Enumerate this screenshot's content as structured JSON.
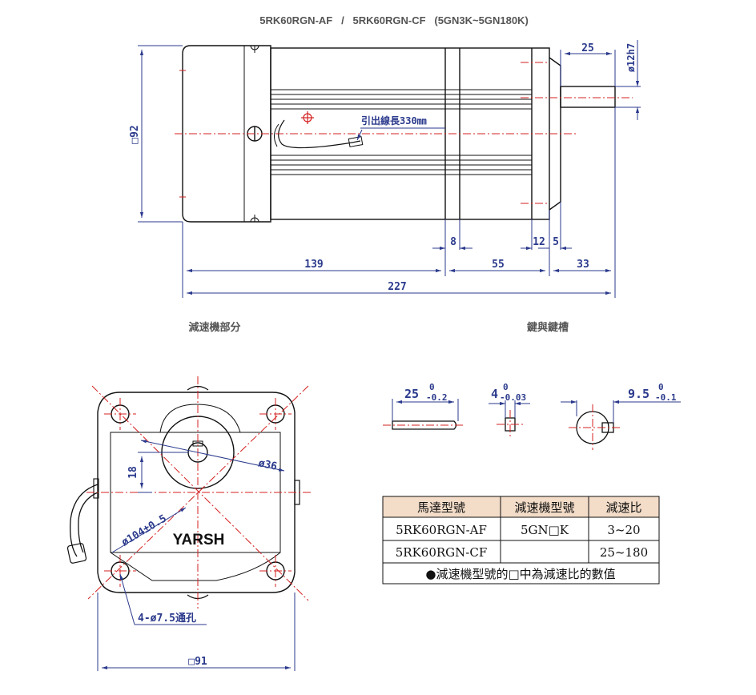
{
  "title": "5RK60RGN-AF   /   5RK60RGN-CF   (5GN3K~5GN180K)",
  "side_view": {
    "dims": {
      "height": "□92",
      "shaft_len": "25",
      "shaft_dia": "ø12h7",
      "d8": "8",
      "d12": "12",
      "d5": "5",
      "d139": "139",
      "d55": "55",
      "d33": "33",
      "d227": "227"
    },
    "lead_wire": "引出線長330㎜"
  },
  "captions": {
    "gear_section": "減速機部分",
    "key_section": "鍵與鍵槽"
  },
  "front_view": {
    "brand": "YARSH",
    "dims": {
      "d36": "ø36",
      "d18": "18",
      "d104": "ø104±0.5",
      "holes": "4-ø7.5通孔",
      "square": "□91"
    }
  },
  "key_view": {
    "key_len": "25",
    "key_len_tol_top": "0",
    "key_len_tol_bot": "-0.2",
    "key_w": "4",
    "key_w_tol_top": "0",
    "key_w_tol_bot": "-0.03",
    "key_h": "9.5",
    "key_h_tol_top": "0",
    "key_h_tol_bot": "-0.1"
  },
  "table": {
    "headers": [
      "馬達型號",
      "減速機型號",
      "減速比"
    ],
    "rows": [
      [
        "5RK60RGN-AF",
        "5GN□K",
        "3~20"
      ],
      [
        "5RK60RGN-CF",
        "",
        "25~180"
      ]
    ],
    "note": "●減速機型號的□中為減速比的數值"
  },
  "colors": {
    "line": "#111111",
    "dim": "#2b3a8c",
    "center": "#d42020",
    "header_bg": "#f3dcc8"
  }
}
